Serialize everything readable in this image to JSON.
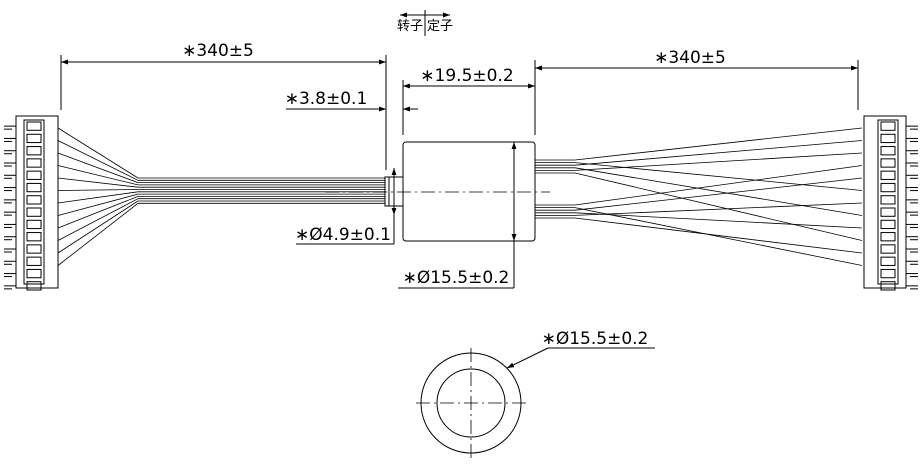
{
  "header": {
    "rotor_label": "转子",
    "stator_label": "定子"
  },
  "dimensions": {
    "left_cable_length": "∗340±5",
    "right_cable_length": "∗340±5",
    "shaft_protrusion": "∗3.8±0.1",
    "body_length": "∗19.5±0.2",
    "shaft_diameter": "∗Ø4.9±0.1",
    "body_diameter": "∗Ø15.5±0.2",
    "end_view_diameter": "∗Ø15.5±0.2"
  },
  "colors": {
    "line": "#000000",
    "background": "#ffffff"
  }
}
